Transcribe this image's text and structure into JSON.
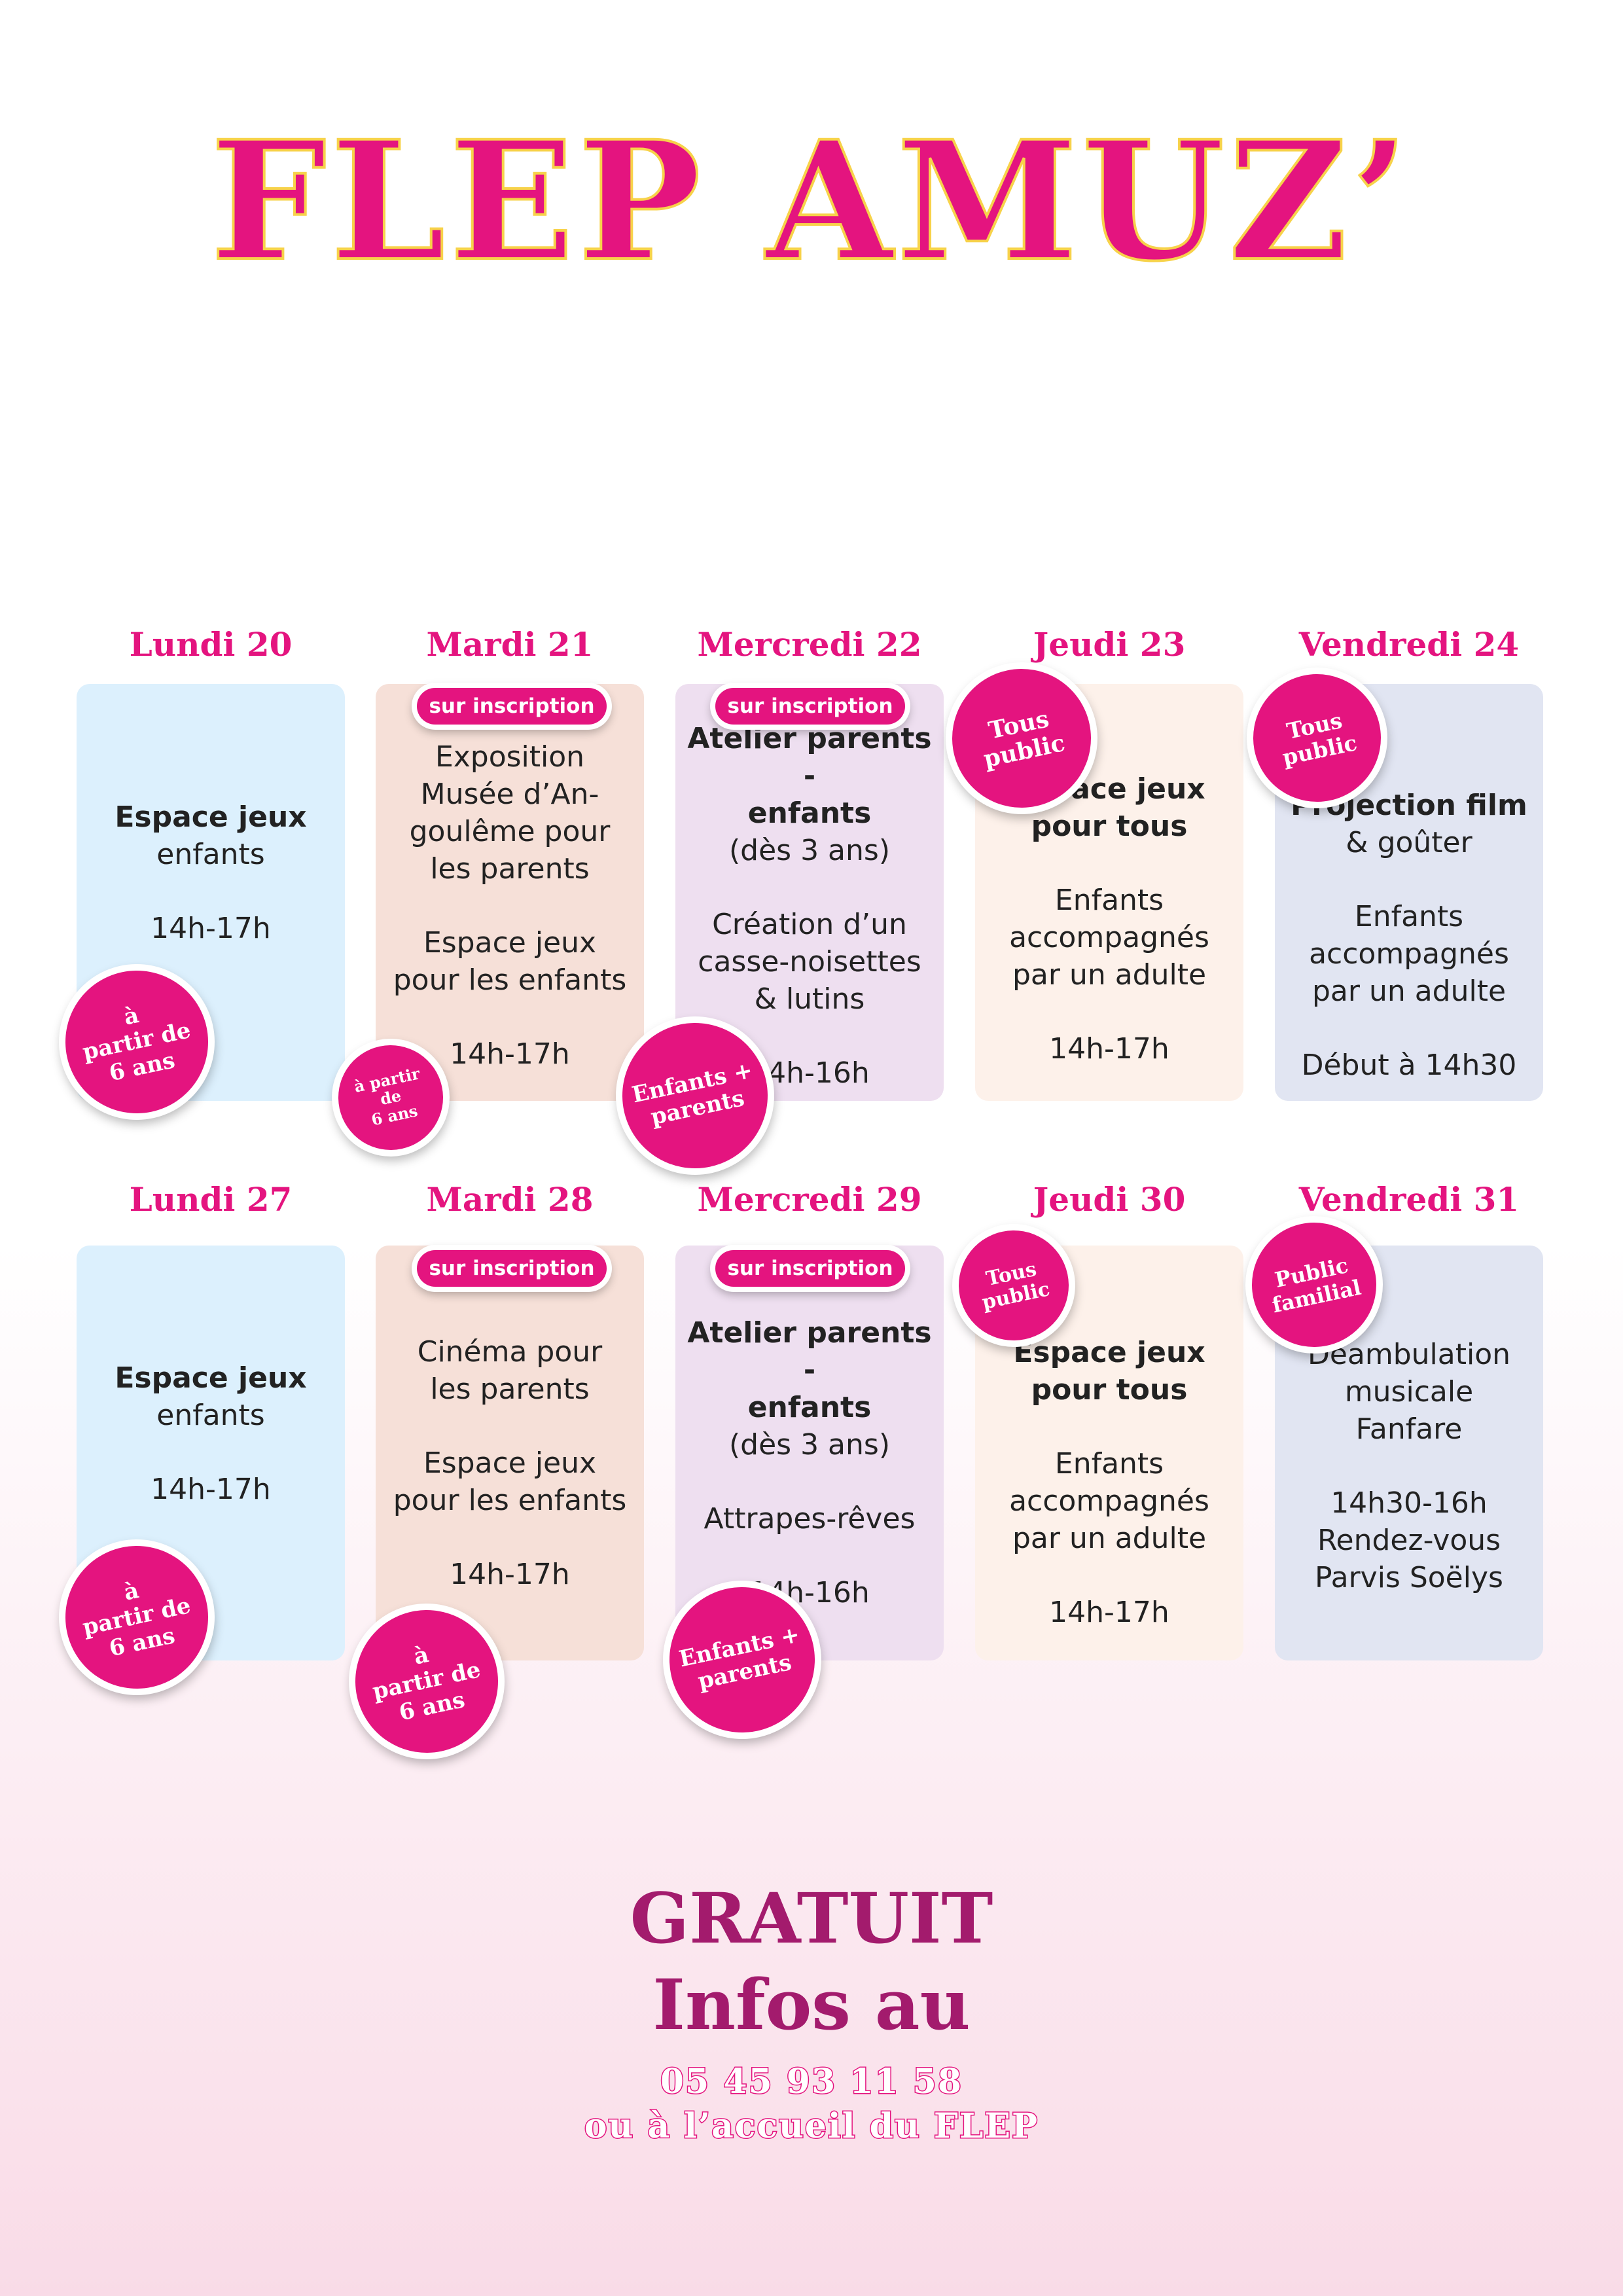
{
  "title": "FLEP AMUZ’",
  "week1": {
    "mon": {
      "day": "Lundi 20",
      "l1": "Espace jeux",
      "l2": "enfants",
      "time": "14h-17h",
      "badge": [
        "à",
        "partir de",
        "6 ans"
      ]
    },
    "tue": {
      "day": "Mardi 21",
      "pill": "sur inscription",
      "l1": "Exposition",
      "l2": "Musée d’An-",
      "l3": "goulême pour",
      "l4": "les parents",
      "l5": "Espace jeux",
      "l6": "pour les enfants",
      "time": "14h-17h",
      "badge": [
        "à partir",
        "de",
        "6 ans"
      ]
    },
    "wed": {
      "day": "Mercredi 22",
      "pill": "sur inscription",
      "l1": "Atelier parents -",
      "l2": "enfants",
      "l3": "(dès 3 ans)",
      "l4": "Création d’un",
      "l5": "casse-noisettes",
      "l6": "& lutins",
      "time": "14h-16h",
      "badge": [
        "Enfants +",
        "parents"
      ]
    },
    "thu": {
      "day": "Jeudi 23",
      "l1": "Espace jeux",
      "l2": "pour tous",
      "l3": "Enfants",
      "l4": "accompagnés",
      "l5": "par un adulte",
      "time": "14h-17h",
      "badge": [
        "Tous",
        "public"
      ]
    },
    "fri": {
      "day": "Vendredi 24",
      "l1": "Projection film",
      "l2": "& goûter",
      "l3": "Enfants",
      "l4": "accompagnés",
      "l5": "par un adulte",
      "l6": "Début à 14h30",
      "badge": [
        "Tous",
        "public"
      ]
    }
  },
  "week2": {
    "mon": {
      "day": "Lundi 27",
      "l1": "Espace jeux",
      "l2": "enfants",
      "time": "14h-17h",
      "badge": [
        "à",
        "partir de",
        "6 ans"
      ]
    },
    "tue": {
      "day": "Mardi 28",
      "pill": "sur inscription",
      "l1": "Cinéma pour",
      "l2": "les parents",
      "l3": "Espace jeux",
      "l4": "pour les enfants",
      "time": "14h-17h",
      "badge": [
        "à",
        "partir de",
        "6 ans"
      ]
    },
    "wed": {
      "day": "Mercredi 29",
      "pill": "sur inscription",
      "l1": "Atelier parents -",
      "l2": "enfants",
      "l3": "(dès 3 ans)",
      "l4": "Attrapes-rêves",
      "time": "14h-16h",
      "badge": [
        "Enfants +",
        "parents"
      ]
    },
    "thu": {
      "day": "Jeudi 30",
      "l1": "Espace jeux",
      "l2": "pour tous",
      "l3": "Enfants",
      "l4": "accompagnés",
      "l5": "par un adulte",
      "time": "14h-17h",
      "badge": [
        "Tous",
        "public"
      ]
    },
    "fri": {
      "day": "Vendredi 31",
      "l1": "Déambulation",
      "l2": "musicale",
      "l3": "Fanfare",
      "l4": "14h30-16h",
      "l5": "Rendez-vous",
      "l6": "Parvis Soëlys",
      "badge": [
        "Public",
        "familial"
      ]
    }
  },
  "footer": {
    "free": "GRATUIT",
    "info": "Infos au",
    "phone": "05 45 93 11 58",
    "where": "ou à l’accueil du FLEP"
  },
  "colors": {
    "accent": "#e4147f",
    "footer_text": "#a31b6d",
    "title_outline": "#f7d24a"
  }
}
